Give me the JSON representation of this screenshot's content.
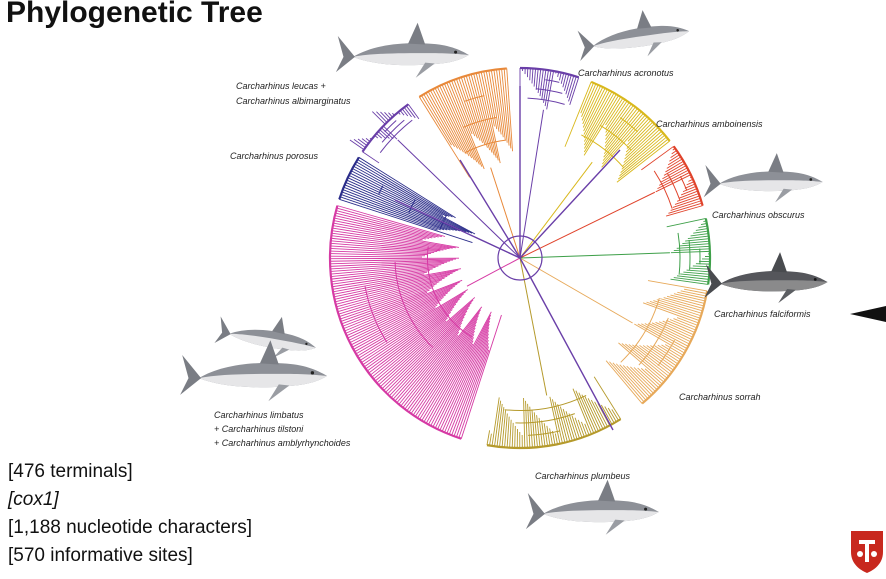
{
  "title": "Phylogenetic Tree",
  "labels": {
    "leucas": "Carcharhinus leucas +",
    "albimarginatus": "Carcharhinus albimarginatus",
    "porosus": "Carcharhinus porosus",
    "acronotus": "Carcharhinus acronotus",
    "amboinensis": "Carcharhinus amboinensis",
    "obscurus": "Carcharhinus obscurus",
    "falciformis": "Carcharhinus falciformis",
    "sorrah": "Carcharhinus sorrah",
    "plumbeus": "Carcharhinus plumbeus",
    "limbatus_1": "Carcharhinus limbatus",
    "limbatus_2": "+ Carcharhinus tilstoni",
    "limbatus_3": "+ Carcharhinus amblyrhynchoides"
  },
  "stats": {
    "terminals": "[476 terminals]",
    "gene": "[cox1]",
    "nucleotides": "[1,188 nucleotide characters]",
    "informative": "[570 informative sites]"
  },
  "colors": {
    "orange": "#e8893a",
    "purple": "#6a3fa8",
    "yellow": "#d9b81c",
    "red": "#e0432b",
    "green": "#3fa04a",
    "tan": "#e7a95a",
    "olive": "#b59a2c",
    "magenta": "#d63aa4",
    "navy": "#2b2d8a",
    "shark": "#8d9097",
    "logo": "#c8281e"
  },
  "icons": {
    "shark": "shark-illustration",
    "pointer": "black-triangle-pointer",
    "logo": "university-shield-logo"
  }
}
